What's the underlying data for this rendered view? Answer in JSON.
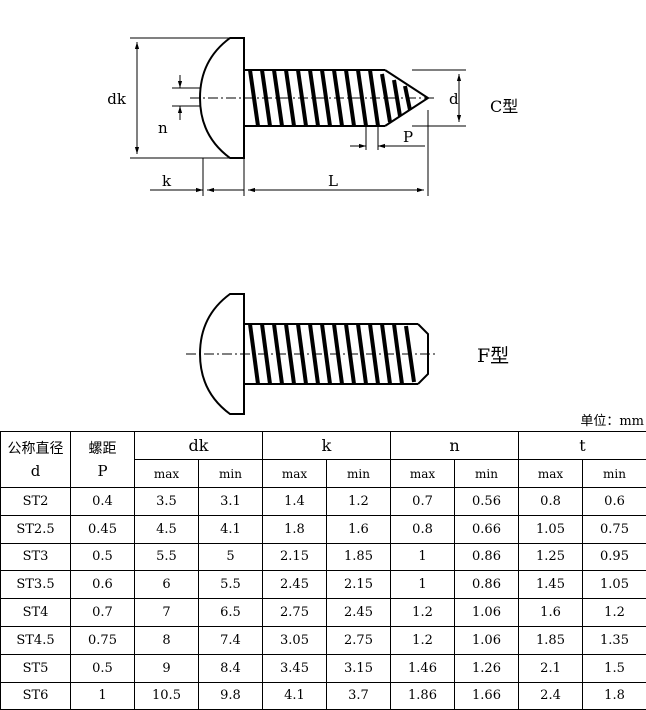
{
  "drawing": {
    "labels": {
      "dk": "dk",
      "n": "n",
      "k": "k",
      "L": "L",
      "d": "d",
      "P": "P",
      "type_c": "C型",
      "type_f": "F型"
    }
  },
  "unit_label": "单位：mm",
  "table": {
    "col1_header_line1": "公称直径",
    "col1_header_line2": "d",
    "col2_header_line1": "螺距",
    "col2_header_line2": "P",
    "groups": [
      "dk",
      "k",
      "n",
      "t"
    ],
    "sub_headers": [
      "max",
      "min",
      "max",
      "min",
      "max",
      "min",
      "max",
      "min"
    ],
    "rows": [
      [
        "ST2",
        "0.4",
        "3.5",
        "3.1",
        "1.4",
        "1.2",
        "0.7",
        "0.56",
        "0.8",
        "0.6"
      ],
      [
        "ST2.5",
        "0.45",
        "4.5",
        "4.1",
        "1.8",
        "1.6",
        "0.8",
        "0.66",
        "1.05",
        "0.75"
      ],
      [
        "ST3",
        "0.5",
        "5.5",
        "5",
        "2.15",
        "1.85",
        "1",
        "0.86",
        "1.25",
        "0.95"
      ],
      [
        "ST3.5",
        "0.6",
        "6",
        "5.5",
        "2.45",
        "2.15",
        "1",
        "0.86",
        "1.45",
        "1.05"
      ],
      [
        "ST4",
        "0.7",
        "7",
        "6.5",
        "2.75",
        "2.45",
        "1.2",
        "1.06",
        "1.6",
        "1.2"
      ],
      [
        "ST4.5",
        "0.75",
        "8",
        "7.4",
        "3.05",
        "2.75",
        "1.2",
        "1.06",
        "1.85",
        "1.35"
      ],
      [
        "ST5",
        "0.5",
        "9",
        "8.4",
        "3.45",
        "3.15",
        "1.46",
        "1.26",
        "2.1",
        "1.5"
      ],
      [
        "ST6",
        "1",
        "10.5",
        "9.8",
        "4.1",
        "3.7",
        "1.86",
        "1.66",
        "2.4",
        "1.8"
      ]
    ]
  }
}
